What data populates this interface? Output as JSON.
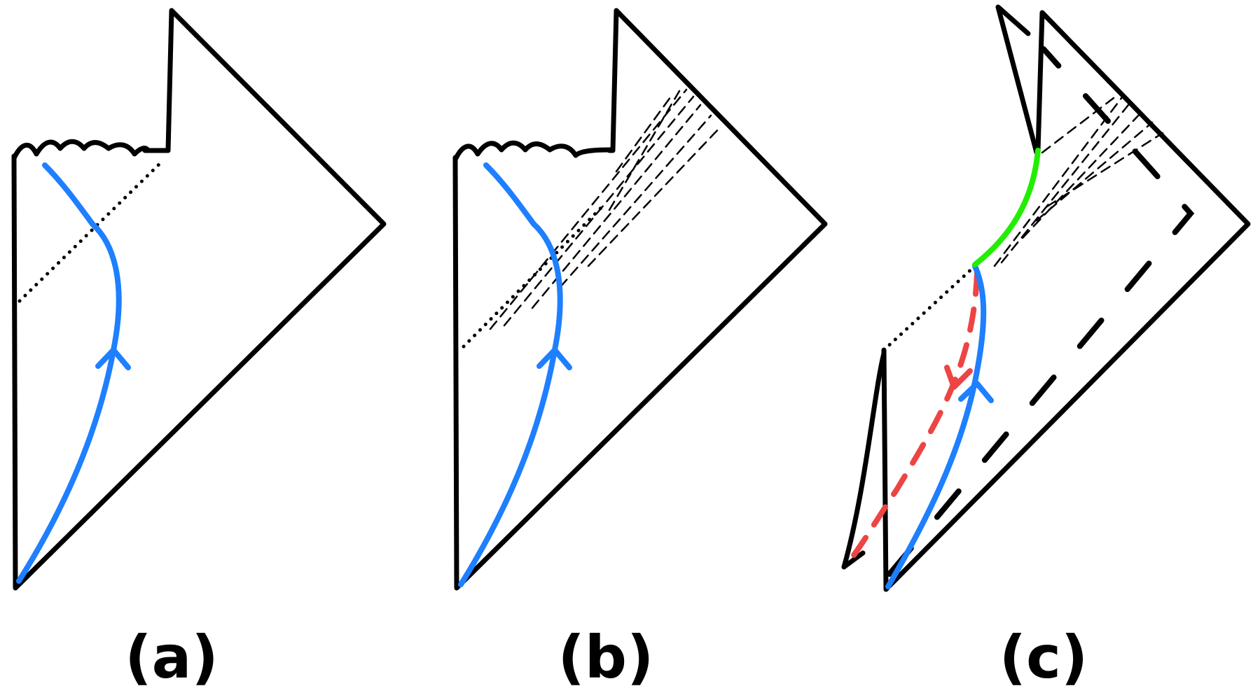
{
  "panels": [
    {
      "label": "(a)"
    },
    {
      "label": "(b)"
    },
    {
      "label": "(c)"
    }
  ],
  "colors": {
    "outline": "#000000",
    "worldline": "#1e7fff",
    "segment": "#22ee00",
    "red_path": "#ee4444",
    "background": "#ffffff"
  }
}
